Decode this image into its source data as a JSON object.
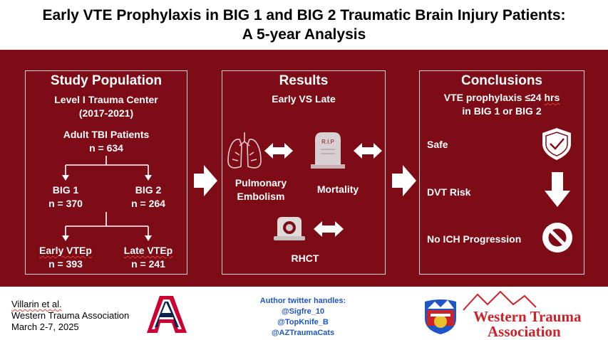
{
  "title": {
    "line1": "Early VTE Prophylaxis in BIG 1 and BIG 2 Traumatic Brain Injury Patients:",
    "line2": "A 5-year Analysis"
  },
  "study": {
    "heading": "Study Population",
    "center_line1": "Level I Trauma Center",
    "center_line2": "(2017-2021)",
    "adult_label": "Adult TBI Patients",
    "adult_n": "n = 634",
    "big1_label": "BIG 1",
    "big1_n": "n = 370",
    "big2_label": "BIG 2",
    "big2_n": "n = 264",
    "early_label": "Early VTEp",
    "early_n": "n = 393",
    "late_label": "Late VTEp",
    "late_n": "n = 241"
  },
  "results": {
    "heading": "Results",
    "subheading": "Early VS Late",
    "pe_line1": "Pulmonary",
    "pe_line2": "Embolism",
    "mortality": "Mortality",
    "tombstone_text": "R.I.P",
    "rhct": "RHCT"
  },
  "conclusions": {
    "heading": "Conclusions",
    "sub_line1": "VTE prophylaxis ≤24 hrs",
    "sub_line2": "in BIG 1 or BIG 2",
    "safe": "Safe",
    "dvt": "DVT Risk",
    "ich": "No ICH Progression"
  },
  "footer": {
    "author": "Villarin et al.",
    "org": "Western Trauma Association",
    "date": "March 2-7, 2025",
    "twitter_title": "Author twitter handles:",
    "handles": [
      "@Sigfre_10",
      "@TopKnife_B",
      "@AZTraumaCats"
    ],
    "wta_logo_line1": "Western Trauma",
    "wta_logo_line2": "Association"
  },
  "colors": {
    "band": "#7d0c16",
    "panel_border": "#e8d6d8",
    "twitter_blue": "#1f55c7",
    "logo_red": "#cc2229",
    "ua_navy": "#0c234b"
  }
}
